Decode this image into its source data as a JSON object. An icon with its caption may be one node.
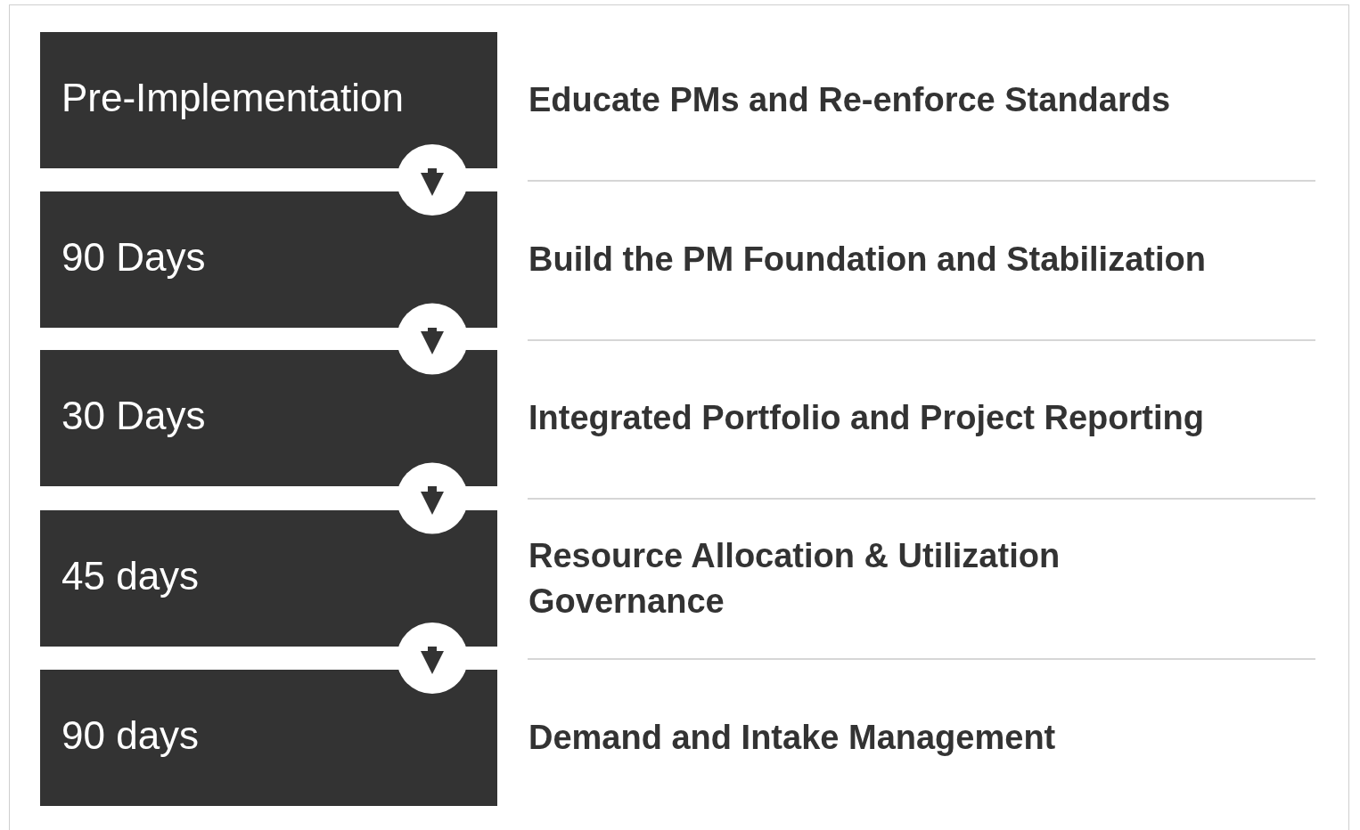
{
  "diagram": {
    "nodes": [
      {
        "text": [
          "Pre-Implementation"
        ],
        "beside": [
          "Educate PMs and Re-enforce Standards"
        ]
      },
      {
        "text": [
          "90 Days"
        ],
        "beside": [
          "Build the PM Foundation and Stabilization"
        ]
      },
      {
        "text": [
          "30 Days"
        ],
        "beside": [
          "Integrated Portfolio and Project Reporting"
        ]
      },
      {
        "text": [
          "45 days"
        ],
        "beside": [
          "Resource Allocation & Utilization Governance"
        ]
      },
      {
        "text": [
          "90 days"
        ],
        "beside": [
          "Demand and Intake Management"
        ]
      }
    ],
    "edges": [
      {
        "from": 0,
        "to": 1,
        "arrow": "to"
      },
      {
        "from": 1,
        "to": 2,
        "arrow": "to"
      },
      {
        "from": 2,
        "to": 3,
        "arrow": "to"
      },
      {
        "from": 3,
        "to": 4,
        "arrow": "to"
      }
    ]
  }
}
